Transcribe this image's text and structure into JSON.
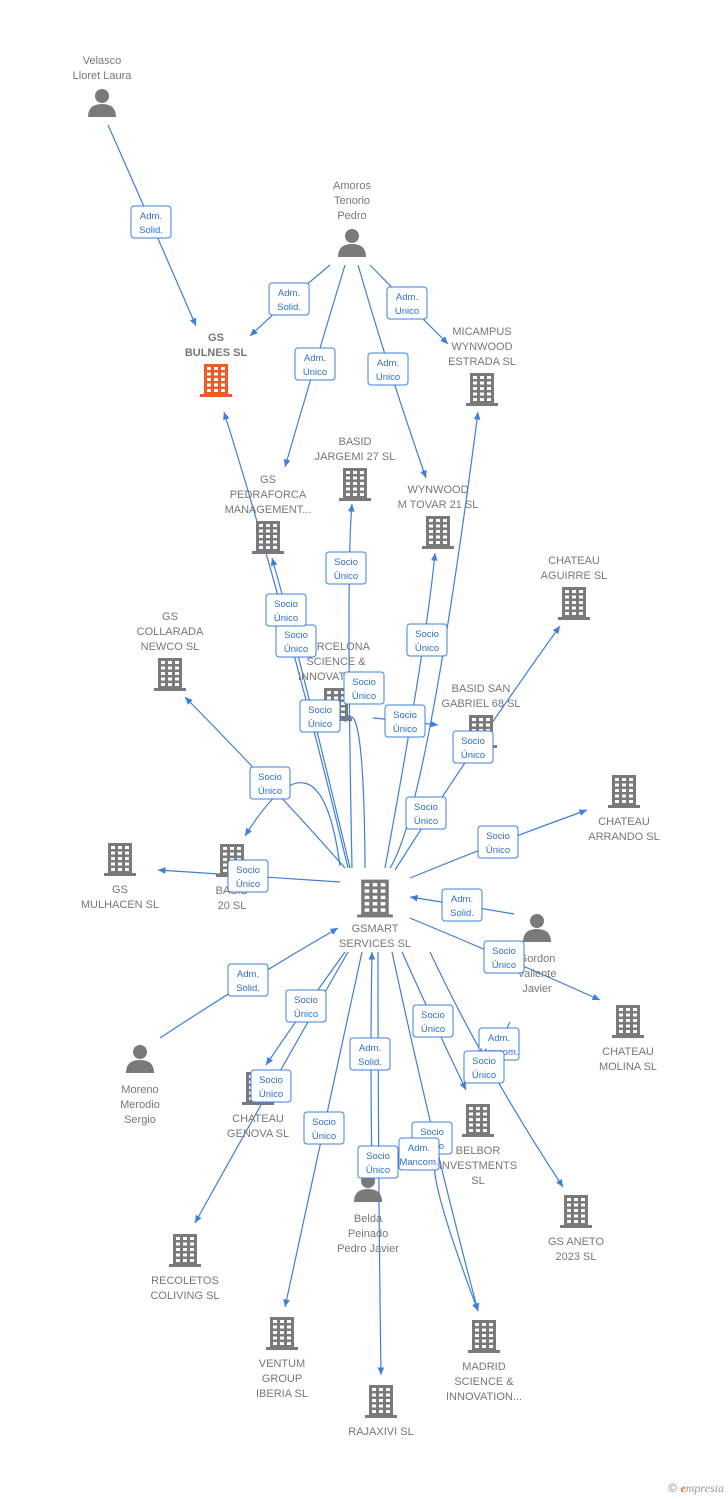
{
  "colors": {
    "edge": "#3f7fd8",
    "building": "#7a7a7a",
    "highlight": "#f05a28",
    "person": "#7a7a7a"
  },
  "nodes": [
    {
      "id": "gsmart",
      "type": "company",
      "label": [
        "GSMART",
        "SERVICES  SL"
      ]
    },
    {
      "id": "velasco",
      "type": "person",
      "label": [
        "Velasco",
        "Lloret Laura"
      ]
    },
    {
      "id": "amoros",
      "type": "person",
      "label": [
        "Amoros",
        "Tenorio",
        "Pedro"
      ]
    },
    {
      "id": "gsbulnes",
      "type": "company",
      "highlight": true,
      "label": [
        "GS",
        "BULNES  SL"
      ]
    },
    {
      "id": "micampus",
      "type": "company",
      "label": [
        "MICAMPUS",
        "WYNWOOD",
        "ESTRADA  SL"
      ]
    },
    {
      "id": "basidjargemi",
      "type": "company",
      "label": [
        "BASID",
        "JARGEMI 27  SL"
      ]
    },
    {
      "id": "gspedraforca",
      "type": "company",
      "label": [
        "GS",
        "PEDRAFORCA",
        "MANAGEMENT..."
      ]
    },
    {
      "id": "wynwood",
      "type": "company",
      "label": [
        "WYNWOOD",
        "M TOVAR 21  SL"
      ]
    },
    {
      "id": "chateauaguirre",
      "type": "company",
      "label": [
        "CHATEAU",
        "AGUIRRE  SL"
      ]
    },
    {
      "id": "gscollarada",
      "type": "company",
      "label": [
        "GS",
        "COLLARADA",
        "NEWCO  SL"
      ]
    },
    {
      "id": "barcelona",
      "type": "company",
      "label": [
        "BARCELONA",
        "SCIENCE &",
        "INNOVATION..."
      ]
    },
    {
      "id": "basidsangabriel",
      "type": "company",
      "label": [
        "BASID SAN",
        "GABRIEL 68  SL"
      ]
    },
    {
      "id": "chateauarrando",
      "type": "company",
      "label": [
        "CHATEAU",
        "ARRANDO  SL"
      ]
    },
    {
      "id": "gsmulhacen",
      "type": "company",
      "label": [
        "GS",
        "MULHACEN  SL"
      ]
    },
    {
      "id": "basid20",
      "type": "company",
      "label": [
        "BASID",
        "20  SL"
      ]
    },
    {
      "id": "gordon",
      "type": "person",
      "label": [
        "Gordon",
        "Valiente",
        "Javier"
      ]
    },
    {
      "id": "chateaumolina",
      "type": "company",
      "label": [
        "CHATEAU",
        "MOLINA  SL"
      ]
    },
    {
      "id": "moreno",
      "type": "person",
      "label": [
        "Moreno",
        "Merodio",
        "Sergio"
      ]
    },
    {
      "id": "chateaugenova",
      "type": "company",
      "label": [
        "CHATEAU",
        "GENOVA  SL"
      ]
    },
    {
      "id": "belbor",
      "type": "company",
      "label": [
        "BELBOR",
        "INVESTMENTS",
        "SL"
      ]
    },
    {
      "id": "gsaneto",
      "type": "company",
      "label": [
        "GS ANETO",
        "2023  SL"
      ]
    },
    {
      "id": "belda",
      "type": "person",
      "label": [
        "Belda",
        "Peinado",
        "Pedro Javier"
      ]
    },
    {
      "id": "recoletos",
      "type": "company",
      "label": [
        "RECOLETOS",
        "COLIVING  SL"
      ]
    },
    {
      "id": "ventum",
      "type": "company",
      "label": [
        "VENTUM",
        "GROUP",
        "IBERIA  SL"
      ]
    },
    {
      "id": "madrid",
      "type": "company",
      "label": [
        "MADRID",
        "SCIENCE &",
        "INNOVATION..."
      ]
    },
    {
      "id": "rajaxivi",
      "type": "company",
      "label": [
        "RAJAXIVI  SL"
      ]
    }
  ],
  "edges": [
    {
      "from": "velasco",
      "to": "gsbulnes",
      "label": [
        "Adm.",
        "Solid."
      ]
    },
    {
      "from": "amoros",
      "to": "gsbulnes",
      "label": [
        "Adm.",
        "Solid."
      ]
    },
    {
      "from": "amoros",
      "to": "micampus",
      "label": [
        "Adm.",
        "Unico"
      ]
    },
    {
      "from": "amoros",
      "to": "gspedraforca",
      "label": [
        "Adm.",
        "Unico"
      ]
    },
    {
      "from": "amoros",
      "to": "wynwood",
      "label": [
        "Adm.",
        "Unico"
      ]
    },
    {
      "from": "gsmart",
      "to": "basidjargemi",
      "label": [
        "Socio",
        "Único"
      ]
    },
    {
      "from": "gsmart",
      "to": "gspedraforca",
      "label": [
        "Socio",
        "Único"
      ]
    },
    {
      "from": "gsmart",
      "to": "gsbulnes",
      "label": [
        "Socio",
        "Único"
      ]
    },
    {
      "from": "gsmart",
      "to": "wynwood",
      "label": [
        "Socio",
        "Único"
      ]
    },
    {
      "from": "gsmart",
      "to": "micampus",
      "label": [
        "Socio",
        "Único"
      ]
    },
    {
      "from": "gsmart",
      "to": "barcelona",
      "label": [
        "Socio",
        "Único"
      ]
    },
    {
      "from": "gsmart",
      "to": "basidsangabriel",
      "label": [
        "Socio",
        "Único"
      ]
    },
    {
      "from": "gsmart",
      "to": "chateauaguirre",
      "label": [
        "Socio",
        "Único"
      ]
    },
    {
      "from": "gsmart",
      "to": "gscollarada",
      "label": [
        "Socio",
        "Único"
      ]
    },
    {
      "from": "gsmart",
      "to": "basid20",
      "label": [
        "Socio",
        "Único"
      ]
    },
    {
      "from": "gsmart",
      "to": "gsmulhacen",
      "label": [
        "Socio",
        "Único"
      ]
    },
    {
      "from": "gsmart",
      "to": "chateauarrando",
      "label": [
        "Socio",
        "Único"
      ]
    },
    {
      "from": "gordon",
      "to": "gsmart",
      "label": [
        "Adm.",
        "Solid."
      ]
    },
    {
      "from": "gsmart",
      "to": "chateaumolina",
      "label": [
        "Socio",
        "Único"
      ]
    },
    {
      "from": "moreno",
      "to": "gsmart",
      "label": [
        "Adm.",
        "Solid."
      ]
    },
    {
      "from": "gsmart",
      "to": "chateaugenova",
      "label": [
        "Socio",
        "Único"
      ]
    },
    {
      "from": "gsmart",
      "to": "recoletos",
      "label": [
        "Socio",
        "Único"
      ]
    },
    {
      "from": "gsmart",
      "to": "ventum",
      "label": [
        "Socio",
        "Único"
      ]
    },
    {
      "from": "belda",
      "to": "gsmart",
      "label": [
        "Adm.",
        "Solid."
      ]
    },
    {
      "from": "gsmart",
      "to": "rajaxivi",
      "label": [
        "Socio",
        "Único"
      ]
    },
    {
      "from": "gsmart",
      "to": "madrid",
      "label": [
        "Socio",
        "Único"
      ]
    },
    {
      "from": "belda",
      "to": "madrid",
      "label": [
        "Adm.",
        "Mancom."
      ]
    },
    {
      "from": "gsmart",
      "to": "belbor",
      "label": [
        "Socio",
        "Único"
      ]
    },
    {
      "from": "gordon",
      "to": "belbor",
      "label": [
        "Adm.",
        "Mancom."
      ]
    },
    {
      "from": "gsmart",
      "to": "gsaneto",
      "label": [
        "Socio",
        "Único"
      ]
    }
  ],
  "footer": {
    "copyright": "©",
    "brand_initial": "e",
    "brand_rest": "mpresia"
  }
}
